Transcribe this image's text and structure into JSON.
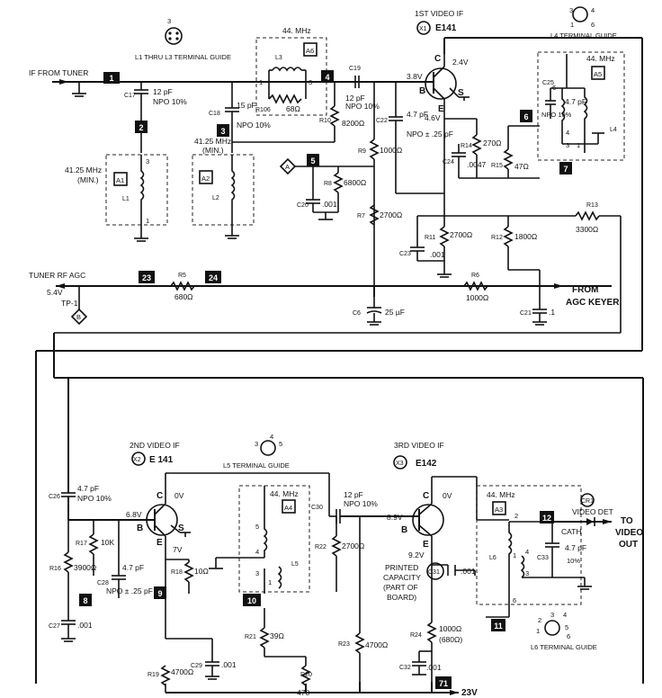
{
  "stages": {
    "first": {
      "title": "1ST VIDEO IF",
      "ref": "X1",
      "tube": "E141"
    },
    "second": {
      "title": "2ND VIDEO IF",
      "ref": "X2",
      "tube": "E 141"
    },
    "third": {
      "title": "3RD VIDEO IF",
      "ref": "X3",
      "tube": "E142"
    }
  },
  "guides": {
    "l1_l3": "L1 THRU L3 TERMINAL GUIDE",
    "l4": "L4 TERMINAL GUIDE",
    "l5": "L5 TERMINAL GUIDE",
    "l6": "L6 TERMINAL GUIDE"
  },
  "io": {
    "if_in": "IF FROM TUNER",
    "rf_agc": "TUNER RF AGC",
    "rf_agc_v": "5.4V",
    "tp1": "TP-1",
    "tp1_mark": "B",
    "a_mark": "A",
    "agc_from": "FROM",
    "agc_keyer": "AGC KEYER",
    "out_to": "TO",
    "out_video": "VIDEO",
    "out_out": "OUT",
    "supply": "23V",
    "video_det": "VIDEO DET",
    "video_det_ref": "CR1",
    "cath": "CATH",
    "printed_cap_1": "PRINTED",
    "printed_cap_2": "CAPACITY",
    "printed_cap_3": "(PART OF",
    "printed_cap_4": "BOARD)"
  },
  "terminals": [
    "1",
    "2",
    "3",
    "4",
    "5",
    "6",
    "7",
    "8",
    "9",
    "10",
    "11",
    "12",
    "23",
    "24",
    "71"
  ],
  "components": {
    "C17": {
      "ref": "C17",
      "value": "12 pF",
      "spec": "NPO 10%"
    },
    "C18": {
      "ref": "C18",
      "value": "15 pF",
      "spec": "NPO 10%"
    },
    "C19": {
      "ref": "C19",
      "value": "12 pF",
      "spec": "NPO 10%"
    },
    "C22": {
      "ref": "C22",
      "value": "4.7 pF",
      "spec": "NPO ± .25 pF"
    },
    "C25": {
      "ref": "C25",
      "value": "4.7 pF",
      "spec": "NPO 10%"
    },
    "C24": {
      "ref": "C24",
      "value": ".0047"
    },
    "C20": {
      "ref": "C20",
      "value": ".001"
    },
    "C23": {
      "ref": "C23",
      "value": ".001"
    },
    "C6": {
      "ref": "C6",
      "value": "25 µF"
    },
    "C21": {
      "ref": "C21",
      "value": ".1"
    },
    "C26": {
      "ref": "C26",
      "value": "4.7 pF",
      "spec": "NPO 10%"
    },
    "C28": {
      "ref": "C28",
      "value": "4.7 pF",
      "spec": "NPO ± .25 pF"
    },
    "C27": {
      "ref": "C27",
      "value": ".001"
    },
    "C29": {
      "ref": "C29",
      "value": ".001"
    },
    "C30": {
      "ref": "C30",
      "value": "12 pF",
      "spec": "NPO 10%"
    },
    "C31": {
      "ref": "C31",
      "value": ".001"
    },
    "C32": {
      "ref": "C32",
      "value": ".001"
    },
    "C33": {
      "ref": "C33",
      "value": "4.7 pF",
      "spec": "10%"
    },
    "R106": {
      "ref": "R106",
      "value": "68Ω"
    },
    "R10": {
      "ref": "R10",
      "value": "8200Ω"
    },
    "R9": {
      "ref": "R9",
      "value": "1000Ω"
    },
    "R8": {
      "ref": "R8",
      "value": "6800Ω"
    },
    "R7": {
      "ref": "R7",
      "value": "2700Ω"
    },
    "R14": {
      "ref": "R14",
      "value": "270Ω"
    },
    "R15": {
      "ref": "R15",
      "value": "47Ω"
    },
    "R11": {
      "ref": "R11",
      "value": "2700Ω"
    },
    "R12": {
      "ref": "R12",
      "value": "1800Ω"
    },
    "R13": {
      "ref": "R13",
      "value": "3300Ω"
    },
    "R5": {
      "ref": "R5",
      "value": "680Ω"
    },
    "R6": {
      "ref": "R6",
      "value": "1000Ω"
    },
    "R17": {
      "ref": "R17",
      "value": "10K"
    },
    "R16": {
      "ref": "R16",
      "value": "3900Ω"
    },
    "R18": {
      "ref": "R18",
      "value": "10Ω"
    },
    "R19": {
      "ref": "R19",
      "value": "4700Ω"
    },
    "R21": {
      "ref": "R21",
      "value": "39Ω"
    },
    "R22": {
      "ref": "R22",
      "value": "2700Ω"
    },
    "R23": {
      "ref": "R23",
      "value": "4700Ω"
    },
    "R24": {
      "ref": "R24",
      "value": "1000Ω",
      "alt": "(680Ω)"
    },
    "R20": {
      "ref": "R20",
      "value": "470"
    }
  },
  "coils": {
    "L1": {
      "ref": "L1",
      "adj": "A1",
      "freq": "41.25 MHz",
      "note": "(MIN.)"
    },
    "L2": {
      "ref": "L2",
      "adj": "A2",
      "freq": "41.25 MHz",
      "note": "(MIN.)"
    },
    "L3": {
      "ref": "L3",
      "adj": "A6",
      "freq": "44. MHz"
    },
    "L4": {
      "ref": "L4",
      "adj": "A5",
      "freq": "44. MHz"
    },
    "L5": {
      "ref": "L5",
      "adj": "A4",
      "freq": "44. MHz"
    },
    "L6": {
      "ref": "L6",
      "adj": "A3",
      "freq": "44. MHz"
    }
  },
  "voltages": {
    "q1_b": "3.8V",
    "q1_c": "2.4V",
    "q1_e": "4.6V",
    "q2_b": "6.8V",
    "q2_c": "0V",
    "q2_e": "7V",
    "q3_b": "8.9V",
    "q3_c": "0V",
    "q3_e": "9.2V"
  },
  "pins": {
    "b": "B",
    "c": "C",
    "e": "E",
    "s": "S"
  }
}
